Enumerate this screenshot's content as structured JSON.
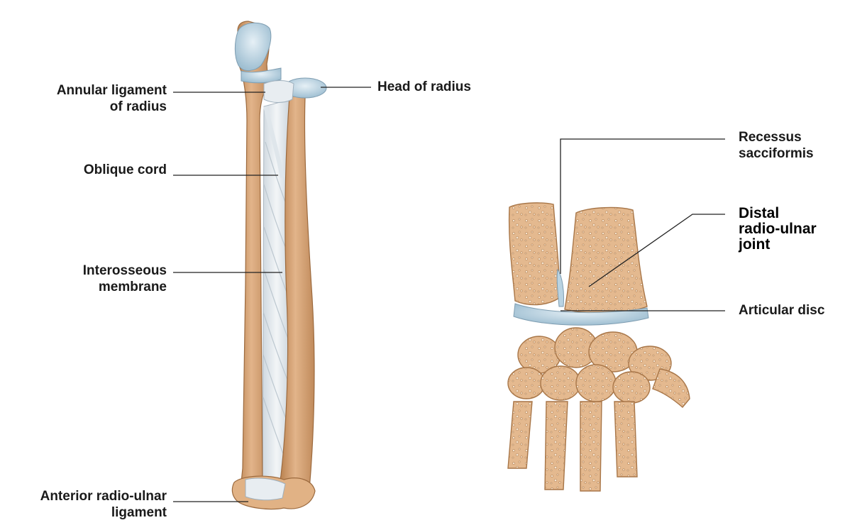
{
  "left_figure": {
    "labels": {
      "annular": {
        "line1": "Annular ligament",
        "line2": "of radius"
      },
      "oblique": {
        "line1": "Oblique cord"
      },
      "interosseous": {
        "line1": "Interosseous",
        "line2": "membrane"
      },
      "anterior": {
        "line1": "Anterior radio-ulnar",
        "line2": "ligament"
      },
      "head": {
        "line1": "Head of radius"
      }
    }
  },
  "right_figure": {
    "labels": {
      "recessus": {
        "line1": "Recessus",
        "line2": "sacciformis"
      },
      "distal": {
        "line1": "Distal",
        "line2": "radio-ulnar",
        "line3": "joint"
      },
      "articular": {
        "line1": "Articular disc"
      }
    }
  },
  "colors": {
    "bone": "#d9a679",
    "bone_shadow": "#b9814f",
    "cartilage": "#b9d3e2",
    "ligament": "#e6ebef",
    "leader": "#222222"
  }
}
